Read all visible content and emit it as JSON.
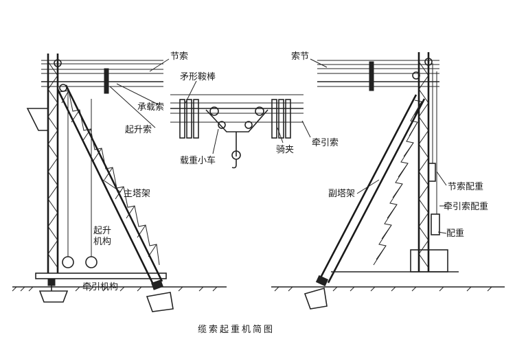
{
  "diagram": {
    "caption": "缆索起重机简图",
    "labels": {
      "jiesuo": "节索",
      "suojie": "索节",
      "maoxing": "矛形鞍棒",
      "chengzai": "承载索",
      "qisheng_suo": "起升索",
      "zaizhong": "载重小车",
      "qijia": "骑夹",
      "qianyin_suo": "牵引索",
      "zhutajia": "主塔架",
      "futajia": "副塔架",
      "qisheng_jigou_1": "起升",
      "qisheng_jigou_2": "机构",
      "qianyin_jigou": "牵引机构",
      "jiesuo_peizhong": "节索配重",
      "qianyin_peizhong": "牵引索配重",
      "peizhong": "配重"
    }
  }
}
